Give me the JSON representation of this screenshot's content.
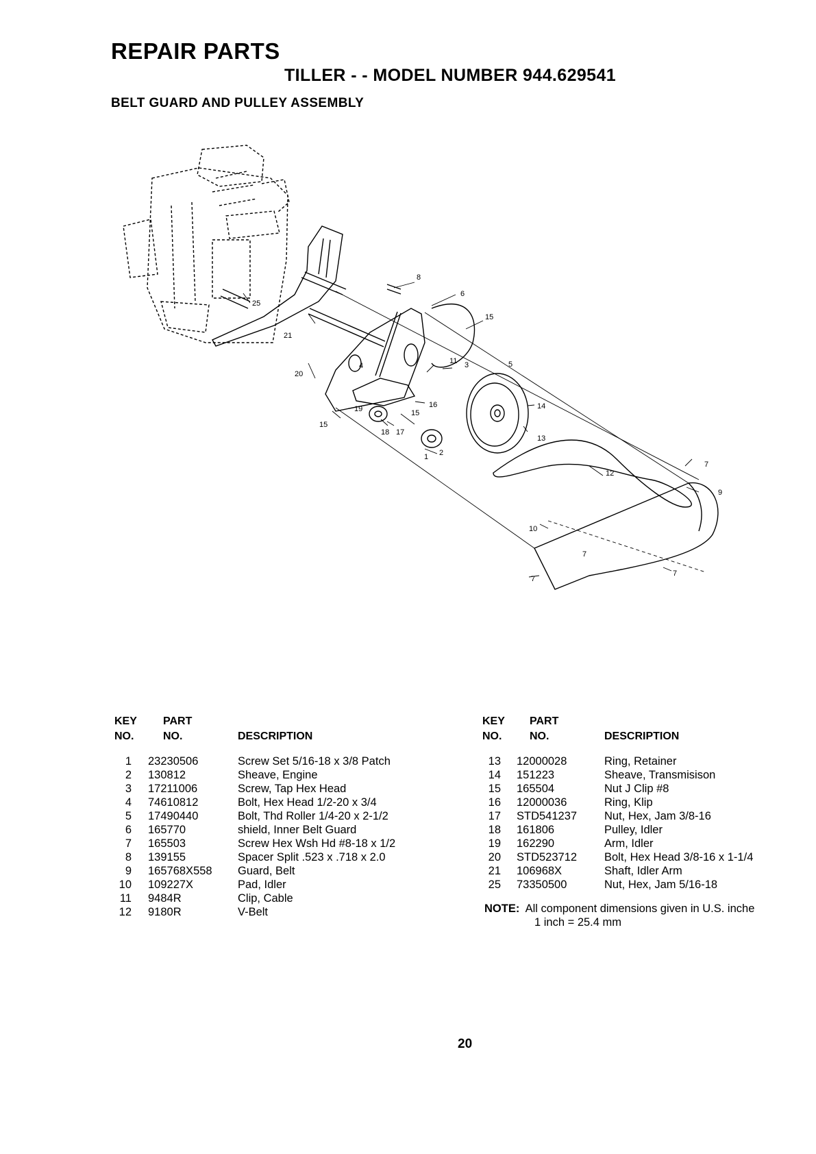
{
  "header": {
    "title": "REPAIR PARTS",
    "subtitle": "TILLER - - MODEL NUMBER 944.629541",
    "section": "BELT GUARD AND PULLEY ASSEMBLY"
  },
  "diagram": {
    "callouts": [
      "1",
      "2",
      "3",
      "4",
      "5",
      "6",
      "7",
      "7",
      "7",
      "7",
      "8",
      "9",
      "10",
      "11",
      "12",
      "13",
      "14",
      "15",
      "15",
      "15",
      "16",
      "17",
      "18",
      "19",
      "20",
      "21",
      "25"
    ]
  },
  "table": {
    "headers": {
      "key": [
        "KEY",
        "NO."
      ],
      "part": [
        "PART",
        "NO."
      ],
      "description": "DESCRIPTION"
    },
    "left": [
      {
        "key": "1",
        "part": "23230506",
        "desc": "Screw Set 5/16-18 x 3/8 Patch"
      },
      {
        "key": "2",
        "part": "130812",
        "desc": "Sheave, Engine"
      },
      {
        "key": "3",
        "part": "17211006",
        "desc": "Screw, Tap Hex Head"
      },
      {
        "key": "4",
        "part": "74610812",
        "desc": "Bolt, Hex Head 1/2-20 x 3/4"
      },
      {
        "key": "5",
        "part": "17490440",
        "desc": "Bolt, Thd Roller 1/4-20 x 2-1/2"
      },
      {
        "key": "6",
        "part": "165770",
        "desc": "shield, Inner Belt Guard"
      },
      {
        "key": "7",
        "part": "165503",
        "desc": "Screw Hex Wsh Hd #8-18 x 1/2"
      },
      {
        "key": "8",
        "part": "139155",
        "desc": "Spacer Split .523 x .718 x 2.0"
      },
      {
        "key": "9",
        "part": "165768X558",
        "desc": "Guard, Belt"
      },
      {
        "key": "10",
        "part": "109227X",
        "desc": "Pad, Idler"
      },
      {
        "key": "11",
        "part": "9484R",
        "desc": "Clip, Cable"
      },
      {
        "key": "12",
        "part": "9180R",
        "desc": "V-Belt"
      }
    ],
    "right": [
      {
        "key": "13",
        "part": "12000028",
        "desc": "Ring, Retainer"
      },
      {
        "key": "14",
        "part": "151223",
        "desc": "Sheave, Transmisison"
      },
      {
        "key": "15",
        "part": "165504",
        "desc": "Nut J Clip #8"
      },
      {
        "key": "16",
        "part": "12000036",
        "desc": "Ring, Klip"
      },
      {
        "key": "17",
        "part": "STD541237",
        "desc": "Nut, Hex, Jam 3/8-16"
      },
      {
        "key": "18",
        "part": "161806",
        "desc": "Pulley, Idler"
      },
      {
        "key": "19",
        "part": "162290",
        "desc": "Arm, Idler"
      },
      {
        "key": "20",
        "part": "STD523712",
        "desc": "Bolt, Hex Head 3/8-16 x 1-1/4"
      },
      {
        "key": "21",
        "part": "106968X",
        "desc": "Shaft, Idler Arm"
      },
      {
        "key": "25",
        "part": "73350500",
        "desc": "Nut, Hex, Jam 5/16-18"
      }
    ]
  },
  "note": {
    "label": "NOTE:",
    "line1": "All component dimensions given in U.S. inche",
    "line2": "1 inch = 25.4 mm"
  },
  "page_number": "20"
}
